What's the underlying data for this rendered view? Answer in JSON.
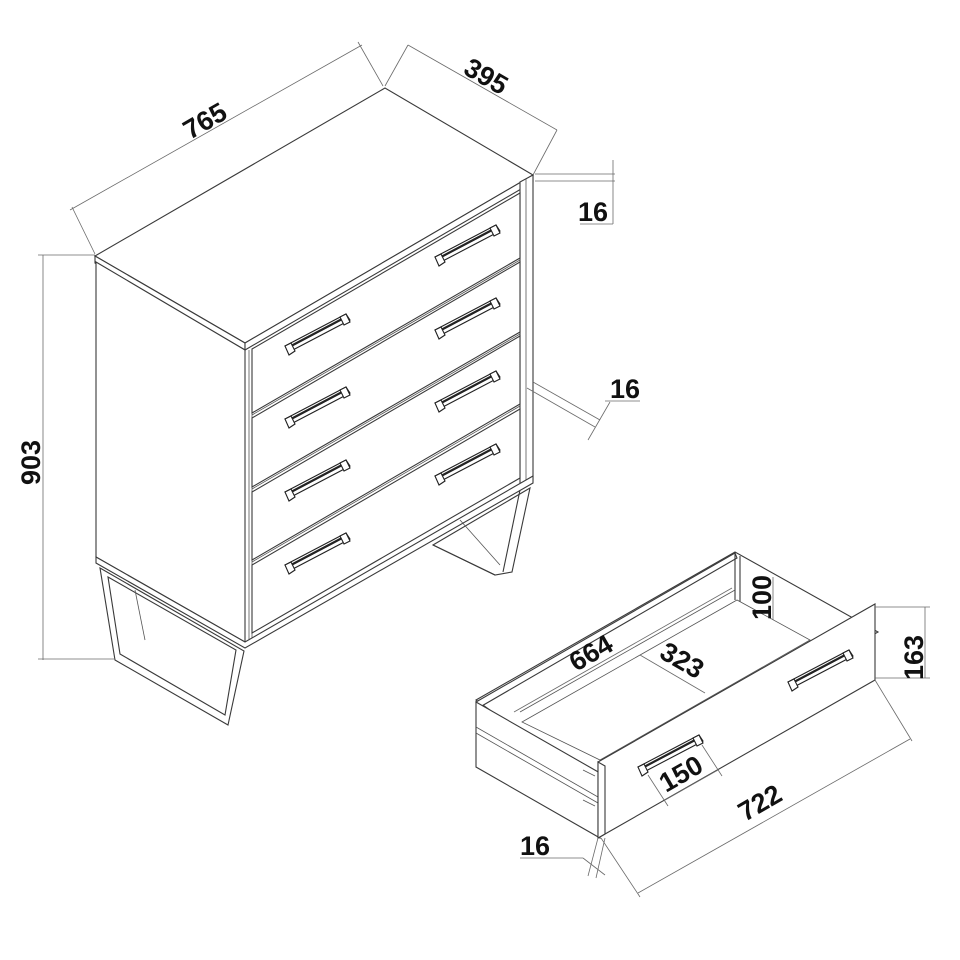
{
  "diagram": {
    "subject": "Chest of four drawers with trapezoid metal legs, plus detail of one open drawer",
    "units": "mm",
    "cabinet_dimensions": {
      "width": "765",
      "depth": "395",
      "height": "903",
      "top_thickness": "16",
      "side_thickness": "16"
    },
    "drawer_dimensions": {
      "inner_depth": "664",
      "inner_width": "323",
      "side_height": "100",
      "front_height": "163",
      "front_width": "722",
      "handle_length": "150",
      "front_thickness": "16"
    },
    "drawer_count": 4,
    "handles_per_drawer": 2
  }
}
